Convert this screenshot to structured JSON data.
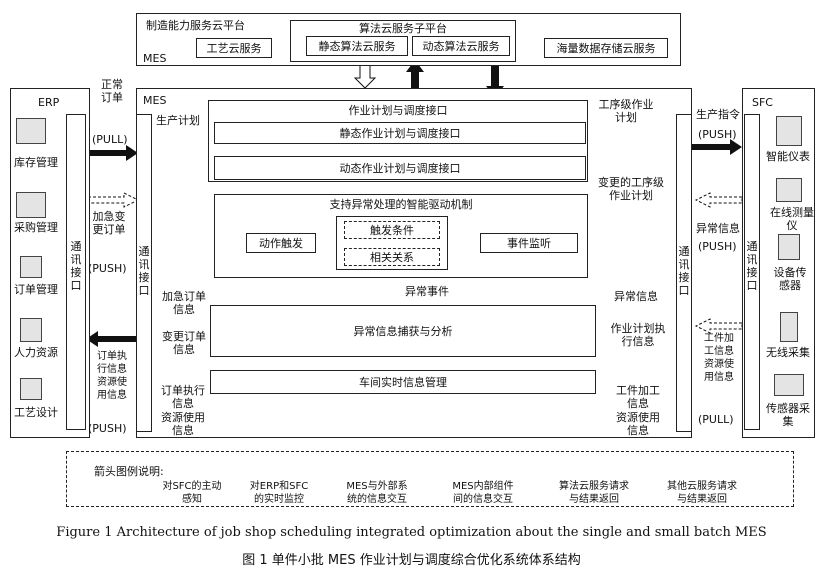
{
  "cloud": {
    "title": "制造能力服务云平台",
    "mes_label": "MES",
    "craft": "工艺云服务",
    "algo_platform": "算法云服务子平台",
    "static_algo": "静态算法云服务",
    "dynamic_algo": "动态算法云服务",
    "storage": "海量数据存储云服务"
  },
  "erp": {
    "title": "ERP",
    "items": [
      "库存管理",
      "采购管理",
      "订单管理",
      "人力资源",
      "工艺设计"
    ],
    "comm": "通讯接口"
  },
  "mes": {
    "title": "MES",
    "comm": "通讯接口",
    "comm_right": "通讯接口",
    "sched_if": "作业计划与调度接口",
    "static_if": "静态作业计划与调度接口",
    "dynamic_if": "动态作业计划与调度接口",
    "mechanism": "支持异常处理的智能驱动机制",
    "trigger": "触发条件",
    "relation": "相关关系",
    "action": "动作触发",
    "monitor": "事件监听",
    "abnormal_event": "异常事件",
    "capture": "异常信息捕获与分析",
    "realtime": "车间实时信息管理"
  },
  "sfc": {
    "title": "SFC",
    "items": [
      "智能仪表",
      "在线测量仪",
      "设备传感器",
      "无线采集",
      "传感器采集"
    ],
    "comm": "通讯接口"
  },
  "labels": {
    "normal_order": "正常订单",
    "pull": "(PULL)",
    "urgent_change": "加急变更订单",
    "push1": "(PUSH)",
    "resource_exec": "订单执行信息资源使用信息",
    "push2": "(PUSH)",
    "prod_plan": "生产计划",
    "urgent_info": "加急订单信息",
    "change_info": "变更订单信息",
    "exec_info": "订单执行信息",
    "resource_info": "资源使用信息",
    "proc_plan": "工序级作业计划",
    "changed_proc": "变更的工序级作业计划",
    "abnormal_info": "异常信息",
    "plan_exec": "作业计划执行信息",
    "work_info": "工件加工信息",
    "res_info_r": "资源使用信息",
    "prod_cmd": "生产指令",
    "push_r": "(PUSH)",
    "abnormal_r": "异常信息",
    "push_r2": "(PUSH)",
    "work_res": "工件加工信息资源使用信息",
    "pull_r": "(PULL)"
  },
  "legend": {
    "title": "箭头图例说明:",
    "items": [
      "对SFC的主动感知",
      "对ERP和SFC的实时监控",
      "MES与外部系统的信息交互",
      "MES内部组件间的信息交互",
      "算法云服务请求与结果返回",
      "其他云服务请求与结果返回"
    ]
  },
  "caption": {
    "en": "Figure 1    Architecture of job shop scheduling integrated optimization about the single and small batch MES",
    "zh": "图 1    单件小批 MES 作业计划与调度综合优化系统体系结构"
  }
}
